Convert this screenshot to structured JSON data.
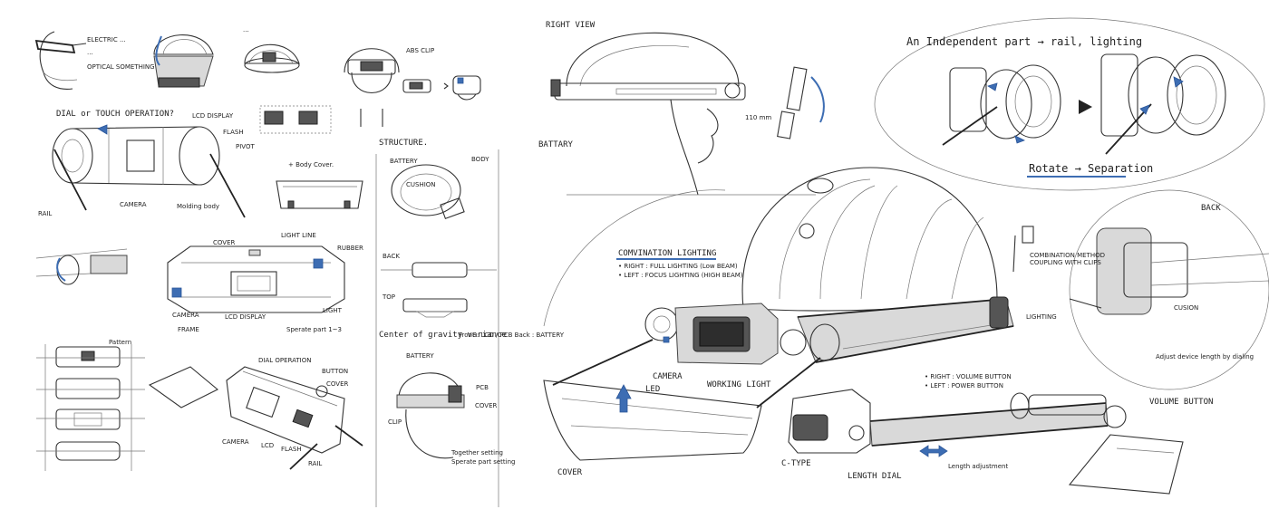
{
  "colors": {
    "ink": "#333333",
    "accent_blue": "#3d6db3",
    "paper": "#ffffff"
  },
  "left_sheet": {
    "head_labels": [
      "OPTICAL SOMETHING"
    ],
    "dial_title": "DIAL or TOUCH OPERATION?",
    "lcd_display": "LCD DISPLAY",
    "flash": "FLASH",
    "pivot": "PIVOT",
    "rail": "RAIL",
    "camera": "CAMERA",
    "molding_body": "Molding body",
    "body_cover": "+ Body Cover.",
    "structure_title": "STRUCTURE.",
    "battery": "BATTERY",
    "body": "BODY",
    "cushion": "CUSHION",
    "back": "BACK",
    "top": "TOP",
    "abs_clip": "ABS CLIP",
    "cover": "COVER",
    "light_line": "LIGHT LINE",
    "rubber": "RUBBER",
    "lcd_display_2": "LCD DISPLAY",
    "light": "LIGHT",
    "frame": "FRAME",
    "sperate_part": "Sperate part 1~3",
    "center_gravity": "Center of gravity variance",
    "front_back": "Front : LCD / PCB   Back : BATTERY",
    "pattern": "Pattern",
    "dial_operation": "DIAL OPERATION",
    "button": "BUTTON",
    "cover_2": "COVER",
    "lcd": "LCD",
    "flash_2": "FLASH",
    "rail_2": "RAIL",
    "clip": "CLIP",
    "pcb": "PCB",
    "cover_3": "COVER",
    "together_setting": "Together setting",
    "sperate_setting": "Sperate part setting"
  },
  "right_sheet": {
    "right_view": "RIGHT VIEW",
    "battery": "BATTARY",
    "distance": "110 mm",
    "independent": "An Independent part → rail, lighting",
    "rotate": "Rotate → Separation",
    "back_title": "BACK",
    "cusion": "CUSION",
    "adjust": "Adjust device length by dialing",
    "comb_title": "COMVINATION LIGHTING",
    "comb_right": "• RIGHT : FULL LIGHTING (Low BEAM)",
    "comb_left": "• LEFT : FOCUS LIGHTING (HIGH BEAM)",
    "combination_method": "COMBINATION METHOD",
    "combination_method_2": "COUPLING WITH CLIPS",
    "lighting": "LIGHTING",
    "camera": "CAMERA",
    "led": "LED",
    "working_light": "WORKING LIGHT",
    "right_btn": "• RIGHT : VOLUME BUTTON",
    "left_btn": "• LEFT : POWER BUTTON",
    "volume_button": "VOLUME BUTTON",
    "ctype": "C-TYPE",
    "length_dial": "LENGTH DIAL",
    "length_adj": "Length adjustment",
    "cover": "COVER"
  }
}
